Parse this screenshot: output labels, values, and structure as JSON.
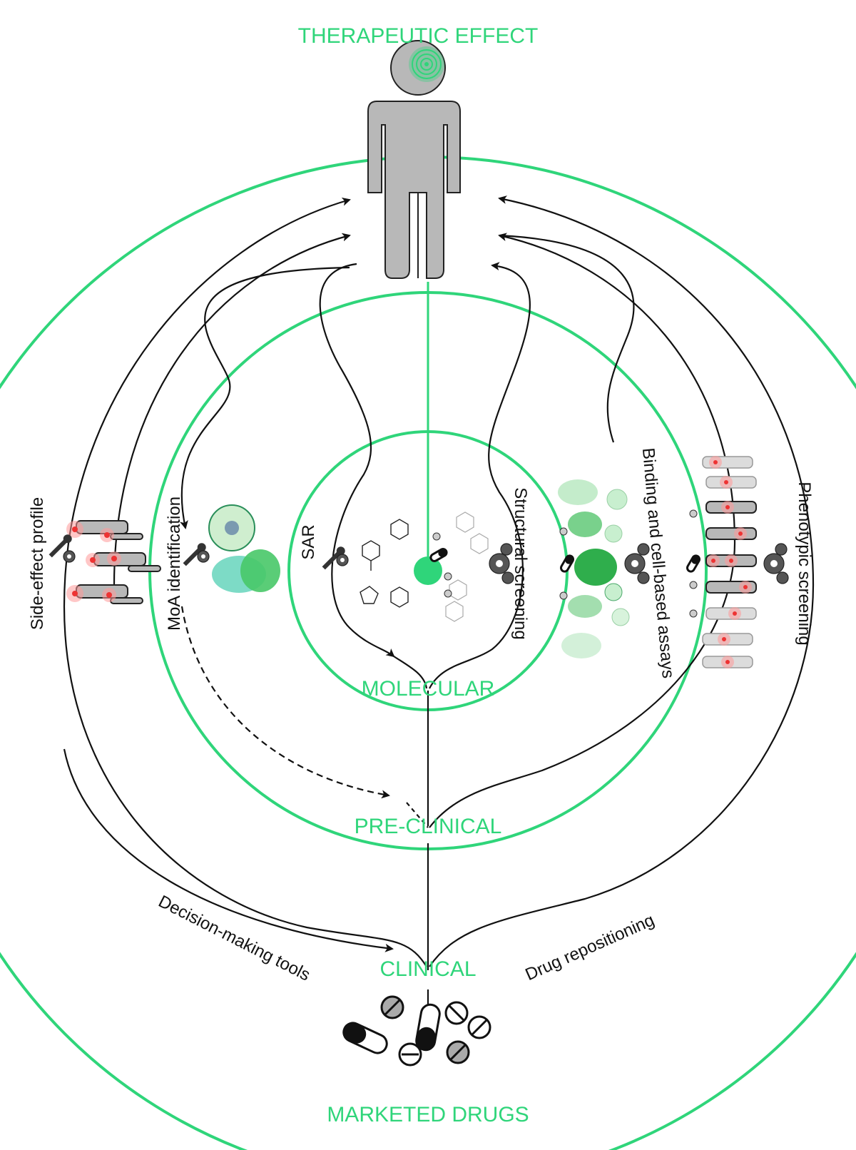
{
  "labels": {
    "therapeutic_effect": "THERAPEUTIC EFFECT",
    "molecular": "MOLECULAR",
    "pre_clinical": "PRE-CLINICAL",
    "clinical": "CLINICAL",
    "marketed_drugs": "MARKETED DRUGS",
    "side_effect_profile": "Side-effect profile",
    "moa_identification": "MoA identification",
    "sar": "SAR",
    "structural_screening": "Structural screening",
    "binding_assays": "Binding and cell-based assays",
    "phenotypic_screening": "Phenotypic screening",
    "decision_making_tools": "Decision-making tools",
    "drug_repositioning": "Drug repositioning"
  },
  "colors": {
    "accent_green": "#2fd57a",
    "line_black": "#111111",
    "human_gray": "#b8b8b8",
    "highlight_red": "#ee3333"
  },
  "icons": [
    "human-figure-icon",
    "target-rings-icon",
    "wrench-icon",
    "gear-icon",
    "pill-capsule-icon",
    "tablet-icon",
    "cell-icon",
    "protein-structure-icon",
    "molecule-icon"
  ]
}
